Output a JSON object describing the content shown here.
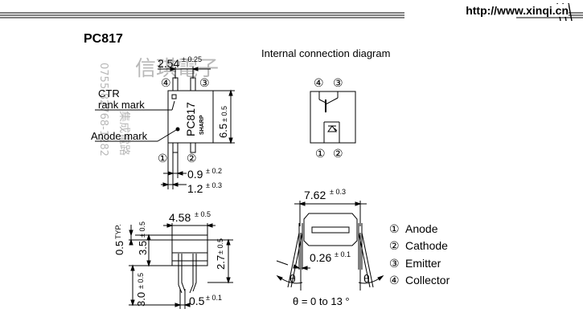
{
  "header": {
    "url": "http://www.xinqi.cn"
  },
  "title": "PC817",
  "internal_diagram_title": "Internal connection diagram",
  "watermark": {
    "company": "信琪電子",
    "phone": "0755-82768-1282",
    "sub": "集成電路"
  },
  "top_view": {
    "pin_labels": [
      "④",
      "③",
      "①",
      "②"
    ],
    "body_text": "PC817",
    "brand_text": "SHARP",
    "ctr_label": "CTR",
    "rank_mark_label": "rank mark",
    "anode_mark_label": "Anode mark",
    "dim_pitch": "2.54",
    "dim_pitch_tol": "± 0.25",
    "dim_height": "6.5",
    "dim_height_tol": "± 0.5",
    "dim_lead_width": "0.9",
    "dim_lead_width_tol": "± 0.2",
    "dim_lead_span": "1.2",
    "dim_lead_span_tol": "± 0.3"
  },
  "internal": {
    "pin_labels": [
      "④",
      "③",
      "①",
      "②"
    ]
  },
  "side_view": {
    "dim_width": "4.58",
    "dim_width_tol": "± 0.5",
    "dim_typ": "0.5",
    "dim_typ_suffix": "TYP.",
    "dim_body_h": "3.5",
    "dim_body_h_tol": "± 0.5",
    "dim_lead_len": "3.0",
    "dim_lead_len_tol": "± 0.5",
    "dim_total_h": "2.7",
    "dim_total_h_tol": "± 0.5",
    "dim_lead_thk": "0.5",
    "dim_lead_thk_tol": "± 0.1"
  },
  "end_view": {
    "dim_row_span": "7.62",
    "dim_row_span_tol": "± 0.3",
    "dim_lead": "0.26",
    "dim_lead_tol": "± 0.1",
    "theta": "θ",
    "theta_range": "θ = 0 to 13 °"
  },
  "pin_legend": [
    {
      "num": "①",
      "name": "Anode"
    },
    {
      "num": "②",
      "name": "Cathode"
    },
    {
      "num": "③",
      "name": "Emitter"
    },
    {
      "num": "④",
      "name": "Collector"
    }
  ]
}
